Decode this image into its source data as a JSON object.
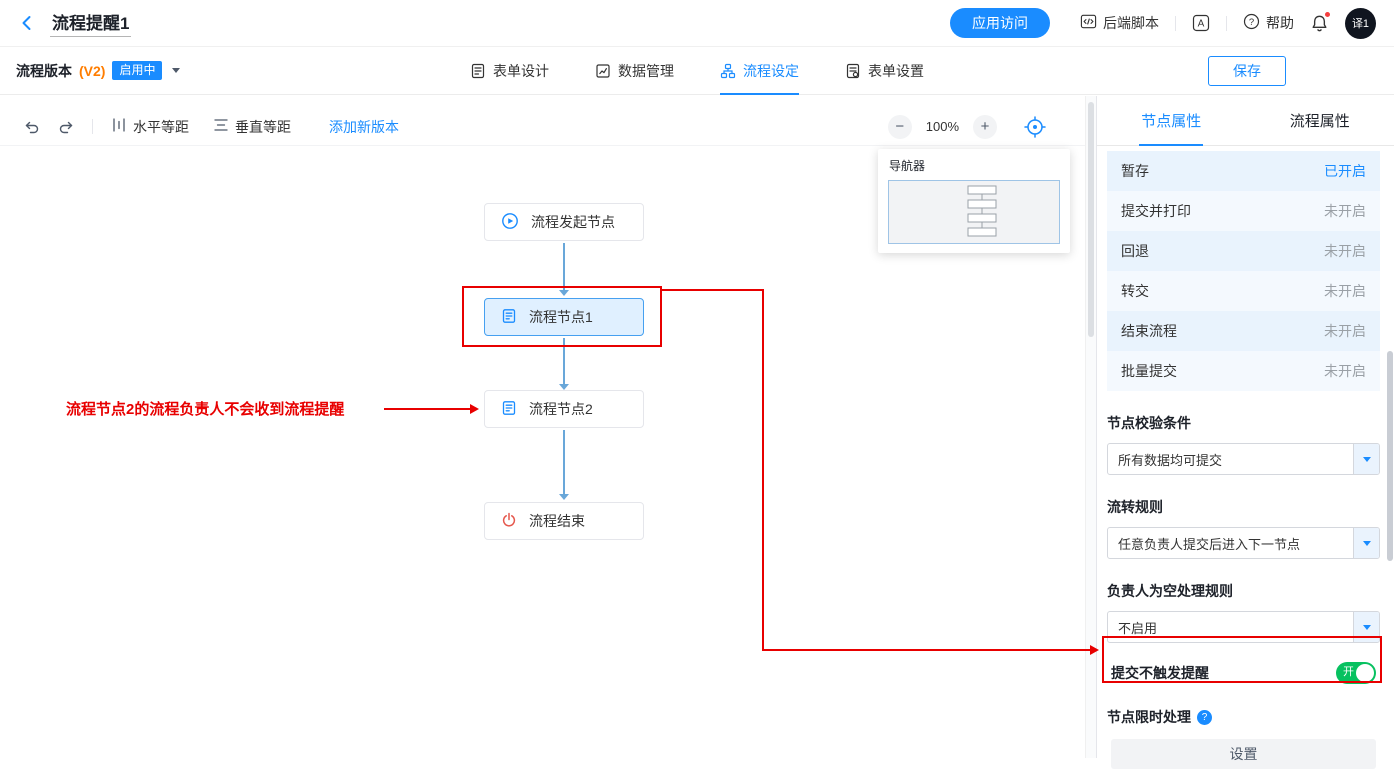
{
  "colors": {
    "accent": "#1A8CFF",
    "danger": "#E80000",
    "success": "#07C160",
    "version_orange": "#FF7D00"
  },
  "header": {
    "title": "流程提醒1",
    "app_access": "应用访问",
    "backend_script": "后端脚本",
    "help": "帮助",
    "avatar": "译1"
  },
  "subheader": {
    "version_label": "流程版本",
    "version": "(V2)",
    "status_badge": "启用中",
    "tabs": [
      {
        "label": "表单设计"
      },
      {
        "label": "数据管理"
      },
      {
        "label": "流程设定"
      },
      {
        "label": "表单设置"
      }
    ],
    "save": "保存"
  },
  "toolbar": {
    "h_equal": "水平等距",
    "v_equal": "垂直等距",
    "add_version": "添加新版本",
    "zoom_out": "−",
    "zoom_level": "100%",
    "zoom_in": "+"
  },
  "navigator": {
    "title": "导航器"
  },
  "canvas": {
    "nodes": [
      {
        "label": "流程发起节点",
        "icon": "play-circle-icon"
      },
      {
        "label": "流程节点1",
        "icon": "form-icon",
        "highlighted": true
      },
      {
        "label": "流程节点2",
        "icon": "form-icon"
      },
      {
        "label": "流程结束",
        "icon": "power-icon"
      }
    ],
    "annotation": "流程节点2的流程负责人不会收到流程提醒"
  },
  "panel": {
    "tabs": [
      {
        "label": "节点属性",
        "active": true
      },
      {
        "label": "流程属性"
      }
    ],
    "switch_rows": [
      {
        "label": "暂存",
        "status": "已开启"
      },
      {
        "label": "提交并打印",
        "status": "未开启"
      },
      {
        "label": "回退",
        "status": "未开启"
      },
      {
        "label": "转交",
        "status": "未开启"
      },
      {
        "label": "结束流程",
        "status": "未开启"
      },
      {
        "label": "批量提交",
        "status": "未开启"
      }
    ],
    "sections": [
      {
        "label": "节点校验条件",
        "value": "所有数据均可提交"
      },
      {
        "label": "流转规则",
        "value": "任意负责人提交后进入下一节点"
      },
      {
        "label": "负责人为空处理规则",
        "value": "不启用"
      }
    ],
    "toggle_row": {
      "label": "提交不触发提醒",
      "state": "开"
    },
    "time_limit": {
      "label": "节点限时处理",
      "button": "设置"
    }
  }
}
